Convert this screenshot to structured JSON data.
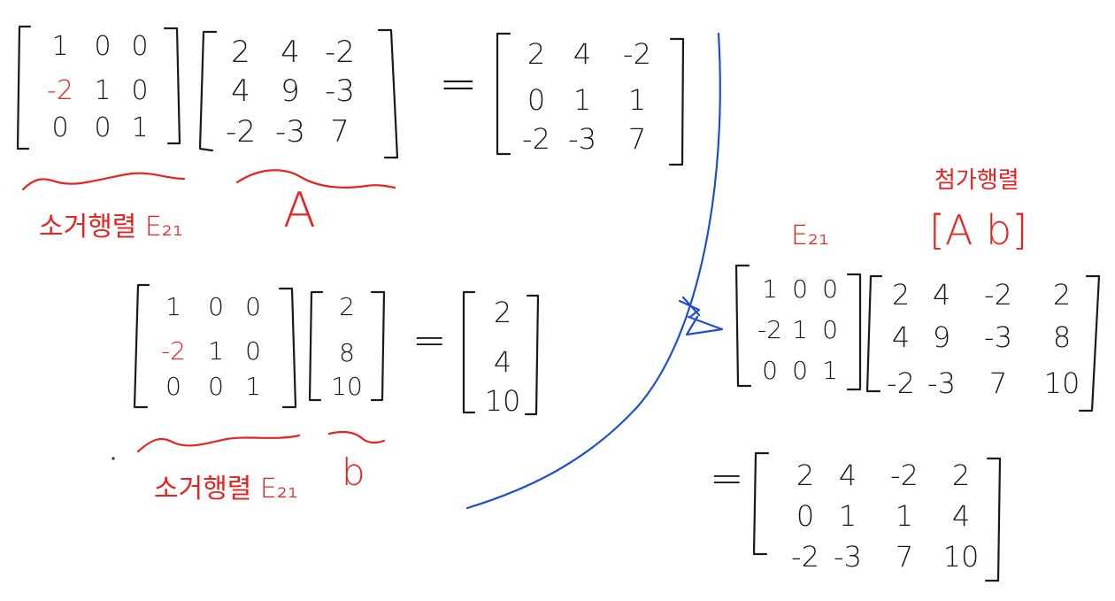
{
  "colors": {
    "ink": "#1a1a1a",
    "annotation": "#e8231f",
    "divider": "#1f4fd1",
    "background": "#ffffff"
  },
  "eq1": {
    "E": [
      [
        "1",
        "0",
        "0"
      ],
      [
        "-2",
        "1",
        "0"
      ],
      [
        "0",
        "0",
        "1"
      ]
    ],
    "A": [
      [
        "2",
        "4",
        "-2"
      ],
      [
        "4",
        "9",
        "-3"
      ],
      [
        "-2",
        "-3",
        "7"
      ]
    ],
    "equals": "=",
    "R": [
      [
        "2",
        "4",
        "-2"
      ],
      [
        "0",
        "1",
        "1"
      ],
      [
        "-2",
        "-3",
        "7"
      ]
    ],
    "label_E": "소거행렬 E₂₁",
    "label_A": "A"
  },
  "eq2": {
    "E": [
      [
        "1",
        "0",
        "0"
      ],
      [
        "-2",
        "1",
        "0"
      ],
      [
        "0",
        "0",
        "1"
      ]
    ],
    "b": [
      "2",
      "8",
      "10"
    ],
    "equals": "=",
    "R": [
      "2",
      "4",
      "10"
    ],
    "label_E": "소거행렬 E₂₁",
    "label_b": "b"
  },
  "eq3": {
    "label_aug_title": "첨가행렬",
    "label_E": "E₂₁",
    "label_Ab": "[A b]",
    "E": [
      [
        "1",
        "0",
        "0"
      ],
      [
        "-2",
        "1",
        "0"
      ],
      [
        "0",
        "0",
        "1"
      ]
    ],
    "Ab": [
      [
        "2",
        "4",
        "-2",
        "2"
      ],
      [
        "4",
        "9",
        "-3",
        "8"
      ],
      [
        "-2",
        "-3",
        "7",
        "10"
      ]
    ],
    "equals": "=",
    "R": [
      [
        "2",
        "4",
        "-2",
        "2"
      ],
      [
        "0",
        "1",
        "1",
        "4"
      ],
      [
        "-2",
        "-3",
        "7",
        "10"
      ]
    ]
  },
  "icons": {
    "arrow": "hollow-arrow-icon"
  }
}
